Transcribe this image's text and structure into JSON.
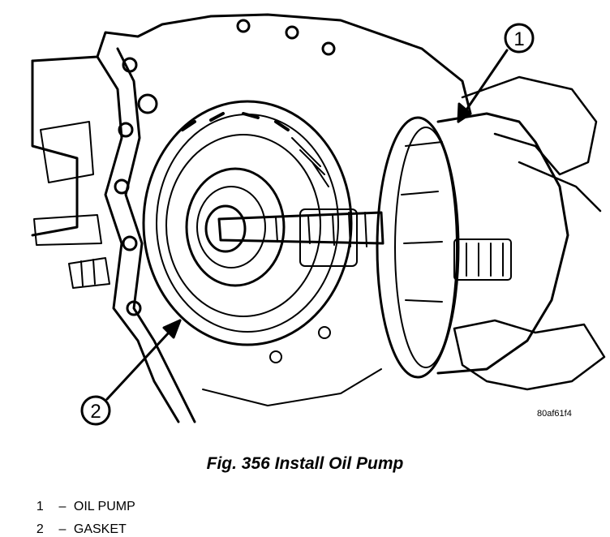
{
  "figure": {
    "callouts": [
      {
        "number": "1"
      },
      {
        "number": "2"
      }
    ],
    "code": "80af61f4"
  },
  "caption": "Fig. 356 Install Oil Pump",
  "legend": [
    {
      "number": "1",
      "dash": "–",
      "label": "OIL PUMP"
    },
    {
      "number": "2",
      "dash": "–",
      "label": "GASKET"
    }
  ]
}
